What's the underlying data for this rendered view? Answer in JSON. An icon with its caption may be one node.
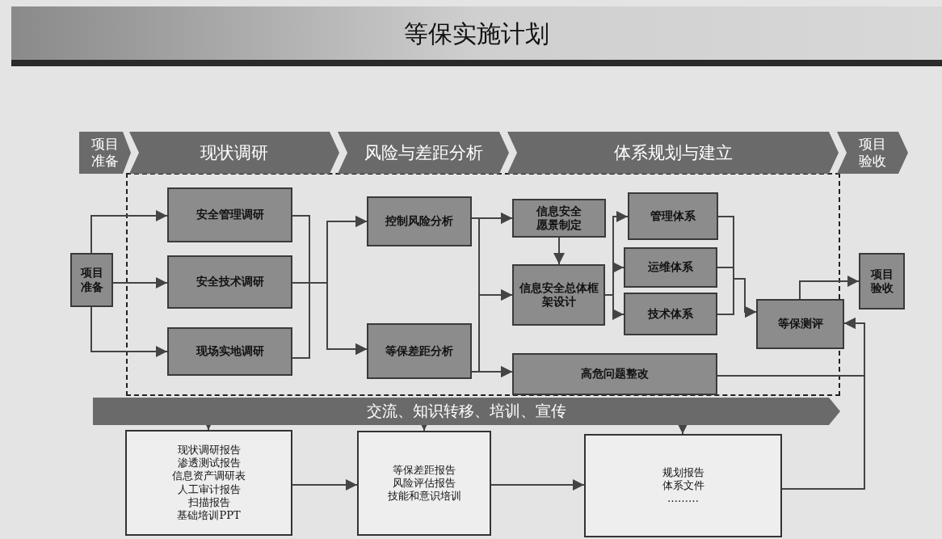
{
  "diagram": {
    "title": "等保实施计划",
    "nodes": [
      {
        "text": [
          "项目准备"
        ]
      },
      {
        "text": [
          "现状调研"
        ]
      },
      {
        "text": [
          "风险与差距分析"
        ]
      },
      {
        "text": [
          "体系规划与建立"
        ]
      },
      {
        "text": [
          "项目验收"
        ]
      },
      {
        "text": [
          "项目准备"
        ]
      },
      {
        "text": [
          "安全管理调研"
        ]
      },
      {
        "text": [
          "安全技术调研"
        ]
      },
      {
        "text": [
          "现场实地调研"
        ]
      },
      {
        "text": [
          "控制风险分析"
        ]
      },
      {
        "text": [
          "等保差距分析"
        ]
      },
      {
        "text": [
          "信息安全愿景制定"
        ]
      },
      {
        "text": [
          "信息安全总体框架设计"
        ]
      },
      {
        "text": [
          "管理体系"
        ]
      },
      {
        "text": [
          "运维体系"
        ]
      },
      {
        "text": [
          "技术体系"
        ]
      },
      {
        "text": [
          "高危问题整改"
        ]
      },
      {
        "text": [
          "等保测评"
        ]
      },
      {
        "text": [
          "项目验收"
        ]
      },
      {
        "text": [
          "交流、知识转移、培训、宣传"
        ]
      },
      {
        "text": [
          "现状调研报告",
          "渗透测试报告",
          "信息资产调研表",
          "人工审计报告",
          "扫描报告",
          "基础培训PPT"
        ]
      },
      {
        "text": [
          "等保差距报告",
          "风险评估报告",
          "技能和意识培训"
        ]
      },
      {
        "text": [
          "规划报告",
          "体系文件",
          "………"
        ]
      }
    ],
    "edges": [
      {
        "from": 5,
        "to": 6,
        "arrow": "to"
      },
      {
        "from": 5,
        "to": 7,
        "arrow": "to"
      },
      {
        "from": 5,
        "to": 8,
        "arrow": "to"
      },
      {
        "from": 6,
        "to": 9,
        "arrow": "to"
      },
      {
        "from": 6,
        "to": 10,
        "arrow": "to"
      },
      {
        "from": 7,
        "to": 9,
        "arrow": "to"
      },
      {
        "from": 7,
        "to": 10,
        "arrow": "to"
      },
      {
        "from": 8,
        "to": 9,
        "arrow": "to"
      },
      {
        "from": 8,
        "to": 10,
        "arrow": "to"
      },
      {
        "from": 9,
        "to": 11,
        "arrow": "to"
      },
      {
        "from": 9,
        "to": 12,
        "arrow": "to"
      },
      {
        "from": 9,
        "to": 16,
        "arrow": "to"
      },
      {
        "from": 10,
        "to": 11,
        "arrow": "to"
      },
      {
        "from": 10,
        "to": 12,
        "arrow": "to"
      },
      {
        "from": 10,
        "to": 16,
        "arrow": "to"
      },
      {
        "from": 11,
        "to": 12,
        "arrow": "to"
      },
      {
        "from": 12,
        "to": 13,
        "arrow": "to"
      },
      {
        "from": 12,
        "to": 14,
        "arrow": "to"
      },
      {
        "from": 12,
        "to": 15,
        "arrow": "to"
      },
      {
        "from": 13,
        "to": 17,
        "arrow": "to"
      },
      {
        "from": 14,
        "to": 17,
        "arrow": "to"
      },
      {
        "from": 15,
        "to": 17,
        "arrow": "to"
      },
      {
        "from": 17,
        "to": 18,
        "arrow": "to"
      },
      {
        "from": 16,
        "to": 17,
        "arrow": "to"
      },
      {
        "from": 22,
        "to": 17,
        "arrow": "to"
      },
      {
        "from": 20,
        "to": 21,
        "arrow": "to"
      },
      {
        "from": 21,
        "to": 22,
        "arrow": "to"
      },
      {
        "from": 19,
        "to": 20,
        "arrow": "to"
      },
      {
        "from": 19,
        "to": 21,
        "arrow": "to"
      },
      {
        "from": 19,
        "to": 22,
        "arrow": "to"
      }
    ]
  }
}
